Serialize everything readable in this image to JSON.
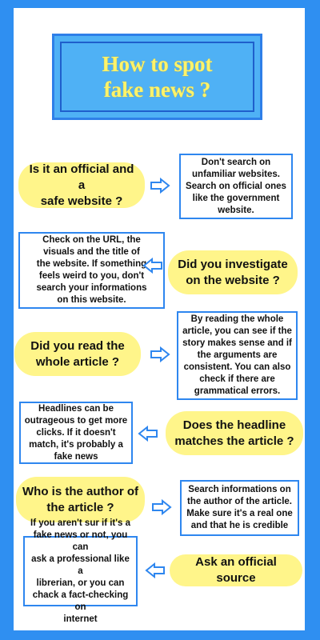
{
  "title": "How to spot\nfake news ?",
  "rows": [
    {
      "question": "Is it an official and a\nsafe website ?",
      "answer": "Don't search on\nunfamiliar websites.\nSearch on official ones\nlike the government website.",
      "arrow": "right"
    },
    {
      "question": "Did you investigate\non the website ?",
      "answer": "Check on the URL, the\nvisuals and the title of\nthe website. If something\nfeels weird to you, don't\nsearch your informations\non this website.",
      "arrow": "left"
    },
    {
      "question": "Did you read the\nwhole article ?",
      "answer": "By reading the whole\narticle, you can see if the\nstory makes sense and if\nthe arguments are\nconsistent. You can also\ncheck if there are\ngrammatical errors.",
      "arrow": "right"
    },
    {
      "question": "Does the headline\nmatches the article ?",
      "answer": "Headlines can be\noutrageous to get more\nclicks. If it doesn't\nmatch, it's probably a\nfake news",
      "arrow": "left"
    },
    {
      "question": "Who is the author of\nthe article ?",
      "answer": "Search informations on\nthe author of the article.\nMake sure it's a real one\nand that he is credible",
      "arrow": "right"
    },
    {
      "question": "Ask an official source",
      "answer": "If you aren't sur if it's a\nfake news or not, you can\nask a professional like a\nlibrerian, or you can\nchack a fact-checking on\ninternet",
      "arrow": "left"
    }
  ],
  "colors": {
    "background": "#2f8ff1",
    "title_fill": "#4fb1f5",
    "title_text": "#fff36a",
    "pill_fill": "#fff58a",
    "box_border": "#2e86ef",
    "arrow": "#2e86ef"
  },
  "icons": {
    "right_arrow": "right-arrow-icon",
    "left_arrow": "left-arrow-icon"
  }
}
